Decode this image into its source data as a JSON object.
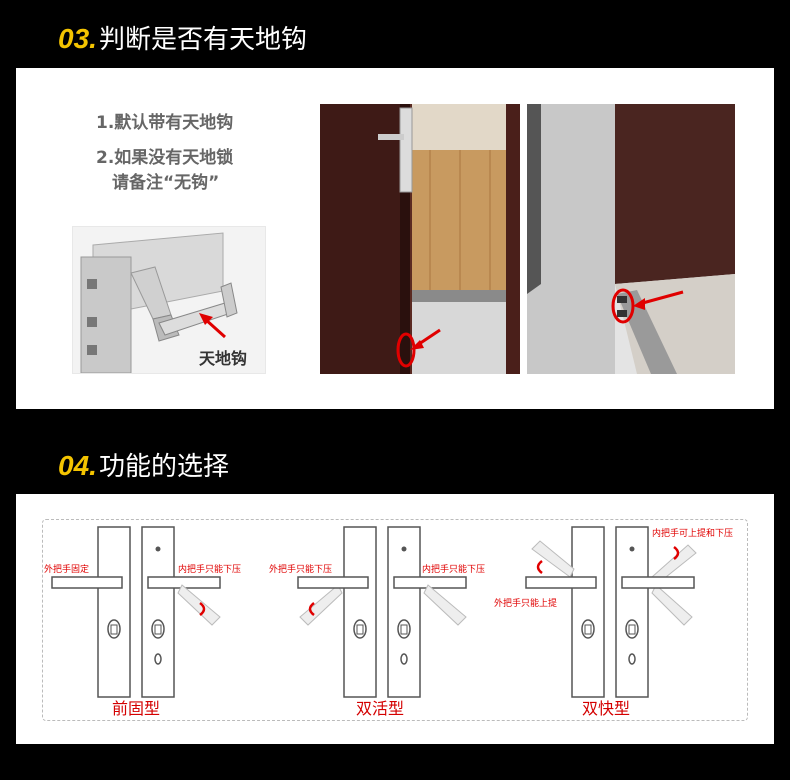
{
  "section3": {
    "number": "03.",
    "title": "判断是否有天地钩"
  },
  "notes": {
    "line1": "1.默认带有天地钩",
    "line2": "2.如果没有天地锁",
    "line3": "请备注“无钩”"
  },
  "hook_label": "天地钩",
  "section4": {
    "number": "04.",
    "title": "功能的选择"
  },
  "types": [
    {
      "caption": "前固型",
      "label_a": "外把手固定",
      "label_b": "内把手只能下压"
    },
    {
      "caption": "双活型",
      "label_a": "外把手只能下压",
      "label_b": "内把手只能下压"
    },
    {
      "caption": "双快型",
      "label_a": "外把手只能上提",
      "label_b": "内把手可上提和下压"
    }
  ],
  "colors": {
    "accent_yellow": "#f4c400",
    "marker_red": "#e00000"
  }
}
